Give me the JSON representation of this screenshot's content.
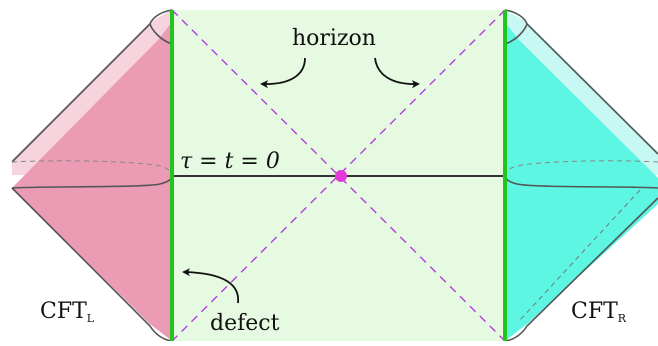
{
  "labels": {
    "horizon": "horizon",
    "defect": "defect",
    "time_slice": "τ = t = 0",
    "cft_left_main": "CFT",
    "cft_left_sub": "L",
    "cft_right_main": "CFT",
    "cft_right_sub": "R"
  },
  "colors": {
    "bulk_fill": "#e5fae1",
    "defect_line": "#22c51e",
    "horizon_line": "#b33de0",
    "center_dot": "#e23ad6",
    "left_wedge": "#eb9cb4",
    "left_wedge_light": "#f6d3dd",
    "right_wedge": "#5cf6e3",
    "right_wedge_light": "#c7f8f4",
    "outline": "#555555"
  }
}
